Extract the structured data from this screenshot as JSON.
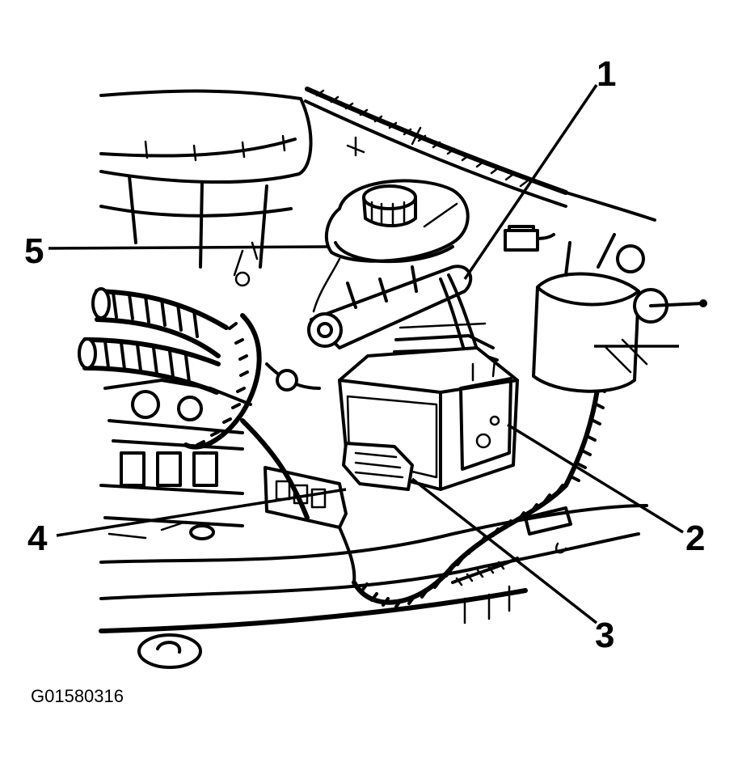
{
  "figure_id": "G01580316",
  "callouts": {
    "c1": "1",
    "c2": "2",
    "c3": "3",
    "c4": "4",
    "c5": "5"
  },
  "colors": {
    "ink": "#000000",
    "paper": "#ffffff"
  }
}
